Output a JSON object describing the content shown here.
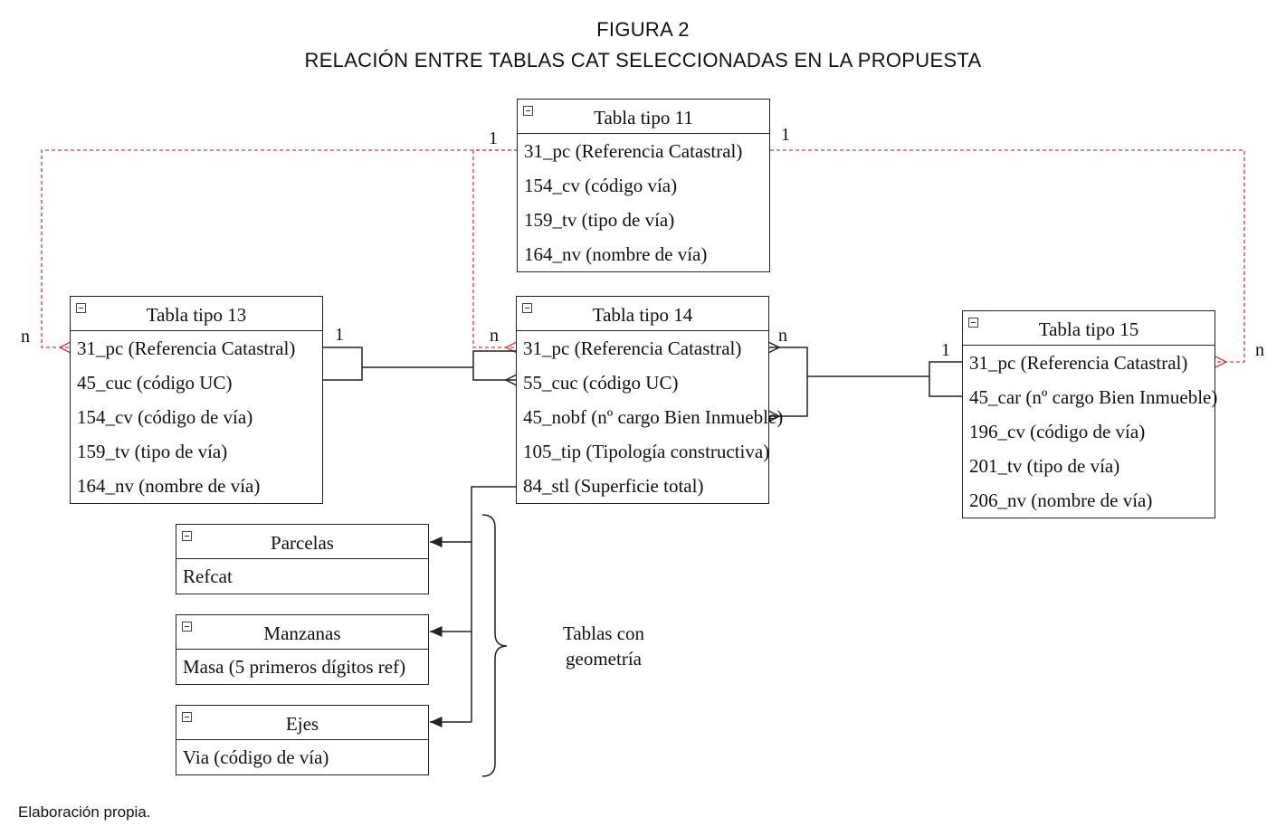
{
  "figure": {
    "number": "FIGURA 2",
    "subtitle": "RELACIÓN ENTRE TABLAS CAT SELECCIONADAS EN LA PROPUESTA",
    "source": "Elaboración propia."
  },
  "tables": {
    "t11": {
      "title": "Tabla tipo 11",
      "fields": [
        "31_pc (Referencia Catastral)",
        "154_cv (código vía)",
        "159_tv (tipo de vía)",
        "164_nv (nombre de vía)"
      ]
    },
    "t13": {
      "title": "Tabla tipo 13",
      "fields": [
        "31_pc (Referencia Catastral)",
        "45_cuc (código UC)",
        "154_cv (código de vía)",
        "159_tv (tipo de vía)",
        "164_nv (nombre de vía)"
      ]
    },
    "t14": {
      "title": "Tabla tipo 14",
      "fields": [
        "31_pc (Referencia Catastral)",
        "55_cuc (código UC)",
        "45_nobf (nº cargo Bien Inmueble)",
        "105_tip (Tipología constructiva)",
        "84_stl (Superficie total)"
      ]
    },
    "t15": {
      "title": "Tabla tipo 15",
      "fields": [
        "31_pc (Referencia Catastral)",
        "45_car (nº cargo Bien Inmueble)",
        "196_cv (código de vía)",
        "201_tv (tipo de vía)",
        "206_nv (nombre de vía)"
      ]
    },
    "parcelas": {
      "title": "Parcelas",
      "fields": [
        "Refcat"
      ]
    },
    "manzanas": {
      "title": "Manzanas",
      "fields": [
        "Masa (5 primeros dígitos ref)"
      ]
    },
    "ejes": {
      "title": "Ejes",
      "fields": [
        "Via (código de vía)"
      ]
    }
  },
  "cardinality": {
    "t11_left": "1",
    "t11_right": "1",
    "t13_far_left": "n",
    "t13_right": "1",
    "t14_left": "n",
    "t14_right": "n",
    "t15_left": "1",
    "t15_far_right": "n"
  },
  "geometry_group_label": "Tablas con geometría",
  "colors": {
    "dashed_relation": "#d9363e",
    "solid_relation": "#222222"
  }
}
